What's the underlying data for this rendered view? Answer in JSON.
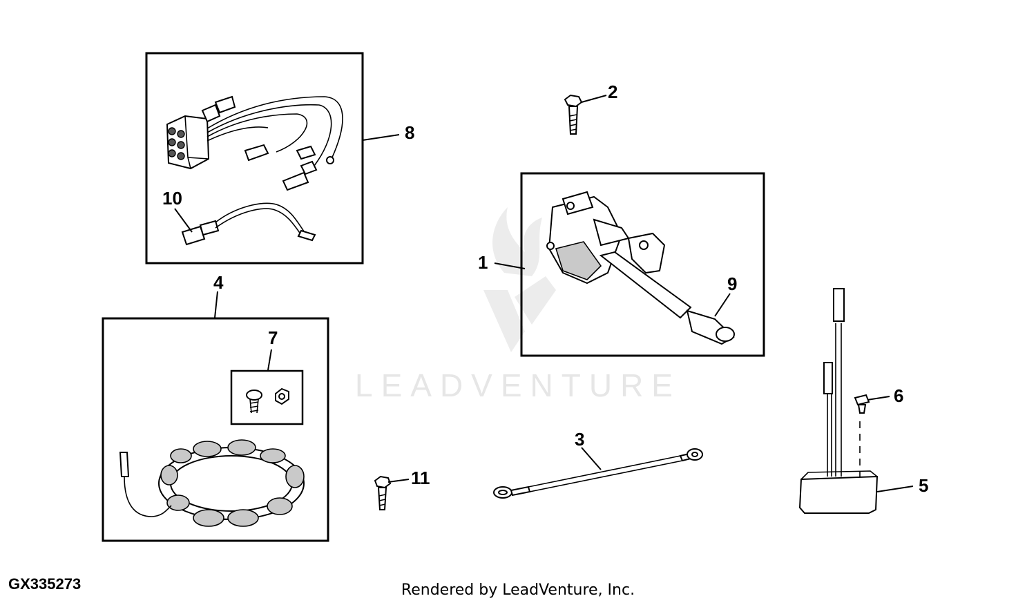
{
  "diagram": {
    "figure_id": "GX335273",
    "credit": "Rendered by LeadVenture, Inc.",
    "watermark": "LEADVENTURE",
    "callouts": [
      "1",
      "2",
      "3",
      "4",
      "5",
      "6",
      "7",
      "8",
      "9",
      "10",
      "11"
    ]
  }
}
